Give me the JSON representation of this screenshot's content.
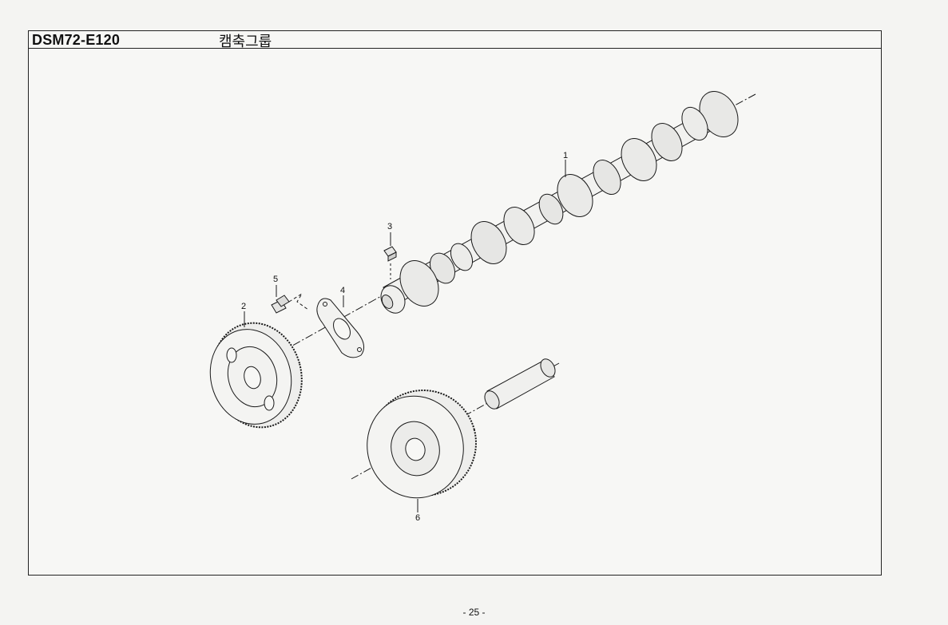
{
  "header": {
    "code": "DSM72-E120",
    "title": "캠축그룹"
  },
  "callouts": [
    "1",
    "2",
    "3",
    "4",
    "5",
    "6"
  ],
  "page_number": "- 25 -"
}
